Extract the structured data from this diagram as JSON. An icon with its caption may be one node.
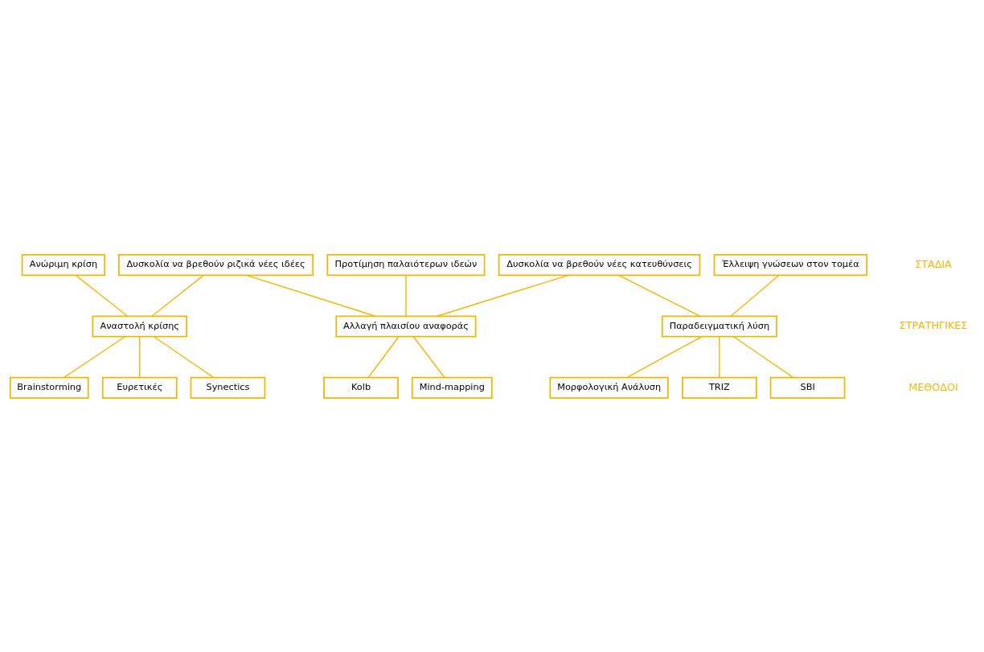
{
  "diagram": {
    "nodes": [
      {
        "text": [
          "Ανώριμη κρίση"
        ]
      },
      {
        "text": [
          "Δυσκολία να βρεθούν ριζικά νέες ιδέες"
        ]
      },
      {
        "text": [
          "Προτίμηση παλαιότερων ιδεών"
        ]
      },
      {
        "text": [
          "Δυσκολία να βρεθούν νέες κατευθύνσεις"
        ]
      },
      {
        "text": [
          "Έλλειψη γνώσεων στον τομέα"
        ]
      },
      {
        "text": [
          "Αναστολή κρίσης"
        ]
      },
      {
        "text": [
          "Αλλαγή πλαισίου αναφοράς"
        ]
      },
      {
        "text": [
          "Παραδειγματική λύση"
        ]
      },
      {
        "text": [
          "Brainstorming"
        ]
      },
      {
        "text": [
          "Ευρετικές"
        ]
      },
      {
        "text": [
          "Synectics"
        ]
      },
      {
        "text": [
          "Kolb"
        ]
      },
      {
        "text": [
          "Mind-mapping"
        ]
      },
      {
        "text": [
          "Μορφολογική Ανάλυση"
        ]
      },
      {
        "text": [
          "TRIZ"
        ]
      },
      {
        "text": [
          "SBI"
        ]
      }
    ],
    "edges": [
      {
        "from": 0,
        "to": 5,
        "arrow": "none"
      },
      {
        "from": 1,
        "to": 5,
        "arrow": "none"
      },
      {
        "from": 1,
        "to": 6,
        "arrow": "none"
      },
      {
        "from": 2,
        "to": 6,
        "arrow": "none"
      },
      {
        "from": 3,
        "to": 6,
        "arrow": "none"
      },
      {
        "from": 3,
        "to": 7,
        "arrow": "none"
      },
      {
        "from": 4,
        "to": 7,
        "arrow": "none"
      },
      {
        "from": 5,
        "to": 8,
        "arrow": "none"
      },
      {
        "from": 5,
        "to": 9,
        "arrow": "none"
      },
      {
        "from": 5,
        "to": 10,
        "arrow": "none"
      },
      {
        "from": 6,
        "to": 11,
        "arrow": "none"
      },
      {
        "from": 6,
        "to": 12,
        "arrow": "none"
      },
      {
        "from": 7,
        "to": 13,
        "arrow": "none"
      },
      {
        "from": 7,
        "to": 14,
        "arrow": "none"
      },
      {
        "from": 7,
        "to": 15,
        "arrow": "none"
      }
    ],
    "labels": [
      "ΣΤΑΔΙΑ",
      "ΣΤΡΑΤΗΓΙΚΕΣ",
      "ΜΕΘΟΔΟΙ"
    ]
  }
}
